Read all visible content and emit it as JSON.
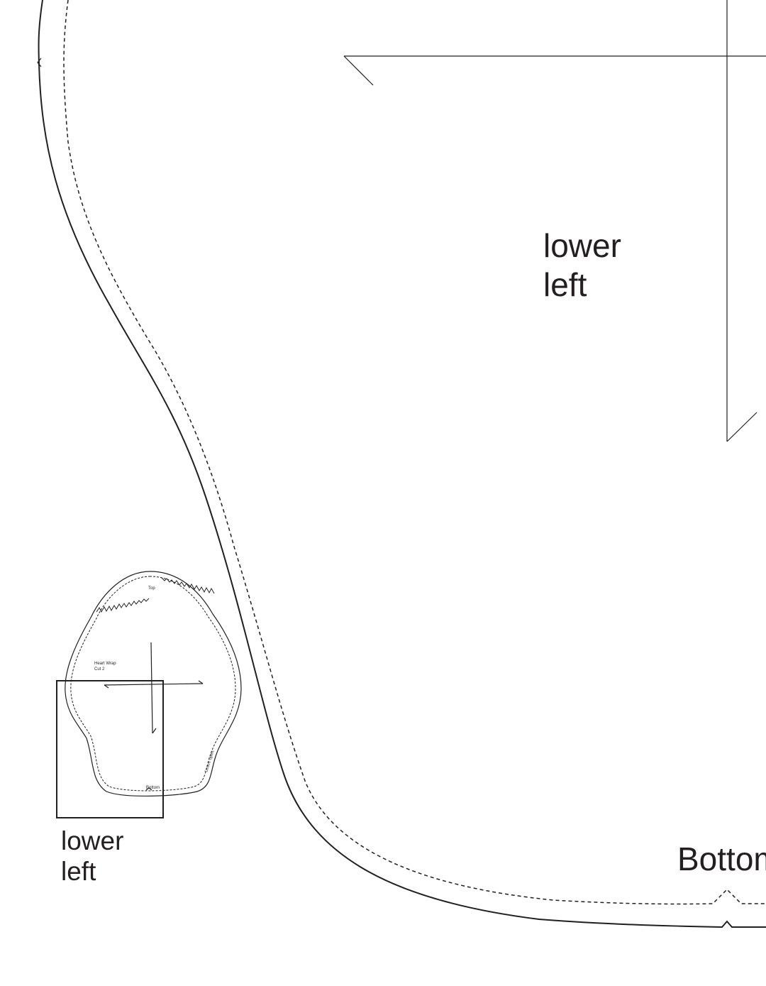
{
  "pattern": {
    "main_label_line1": "lower",
    "main_label_line2": "left",
    "bottom_label": "Bottom",
    "thumbnail": {
      "title_line1": "Heart Wrap",
      "title_line2": "Cut 2",
      "top_label": "Top",
      "bottom_label": "Bottom",
      "opening_label": "Leave open",
      "caption_line1": "lower",
      "caption_line2": "left"
    }
  }
}
